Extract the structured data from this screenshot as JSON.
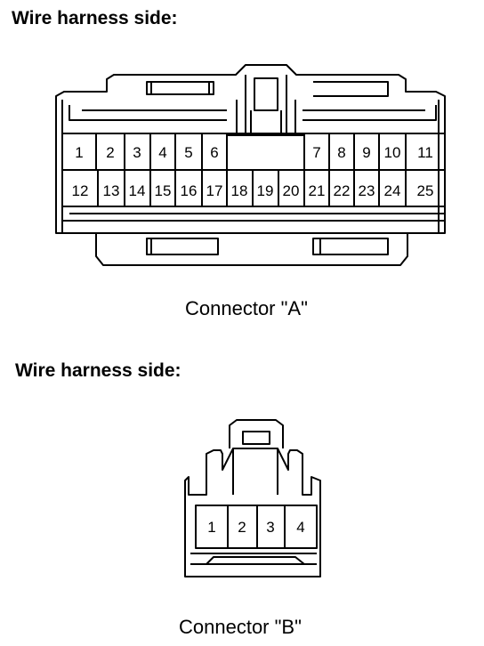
{
  "connector_a": {
    "heading": "Wire harness side:",
    "caption": "Connector \"A\"",
    "pins_top": [
      "1",
      "2",
      "3",
      "4",
      "5",
      "6",
      "7",
      "8",
      "9",
      "10",
      "11"
    ],
    "pins_bottom": [
      "12",
      "13",
      "14",
      "15",
      "16",
      "17",
      "18",
      "19",
      "20",
      "21",
      "22",
      "23",
      "24",
      "25"
    ]
  },
  "connector_b": {
    "heading": "Wire harness side:",
    "caption": "Connector \"B\"",
    "pins": [
      "1",
      "2",
      "3",
      "4"
    ]
  },
  "colors": {
    "line": "#000000",
    "background": "#ffffff"
  }
}
